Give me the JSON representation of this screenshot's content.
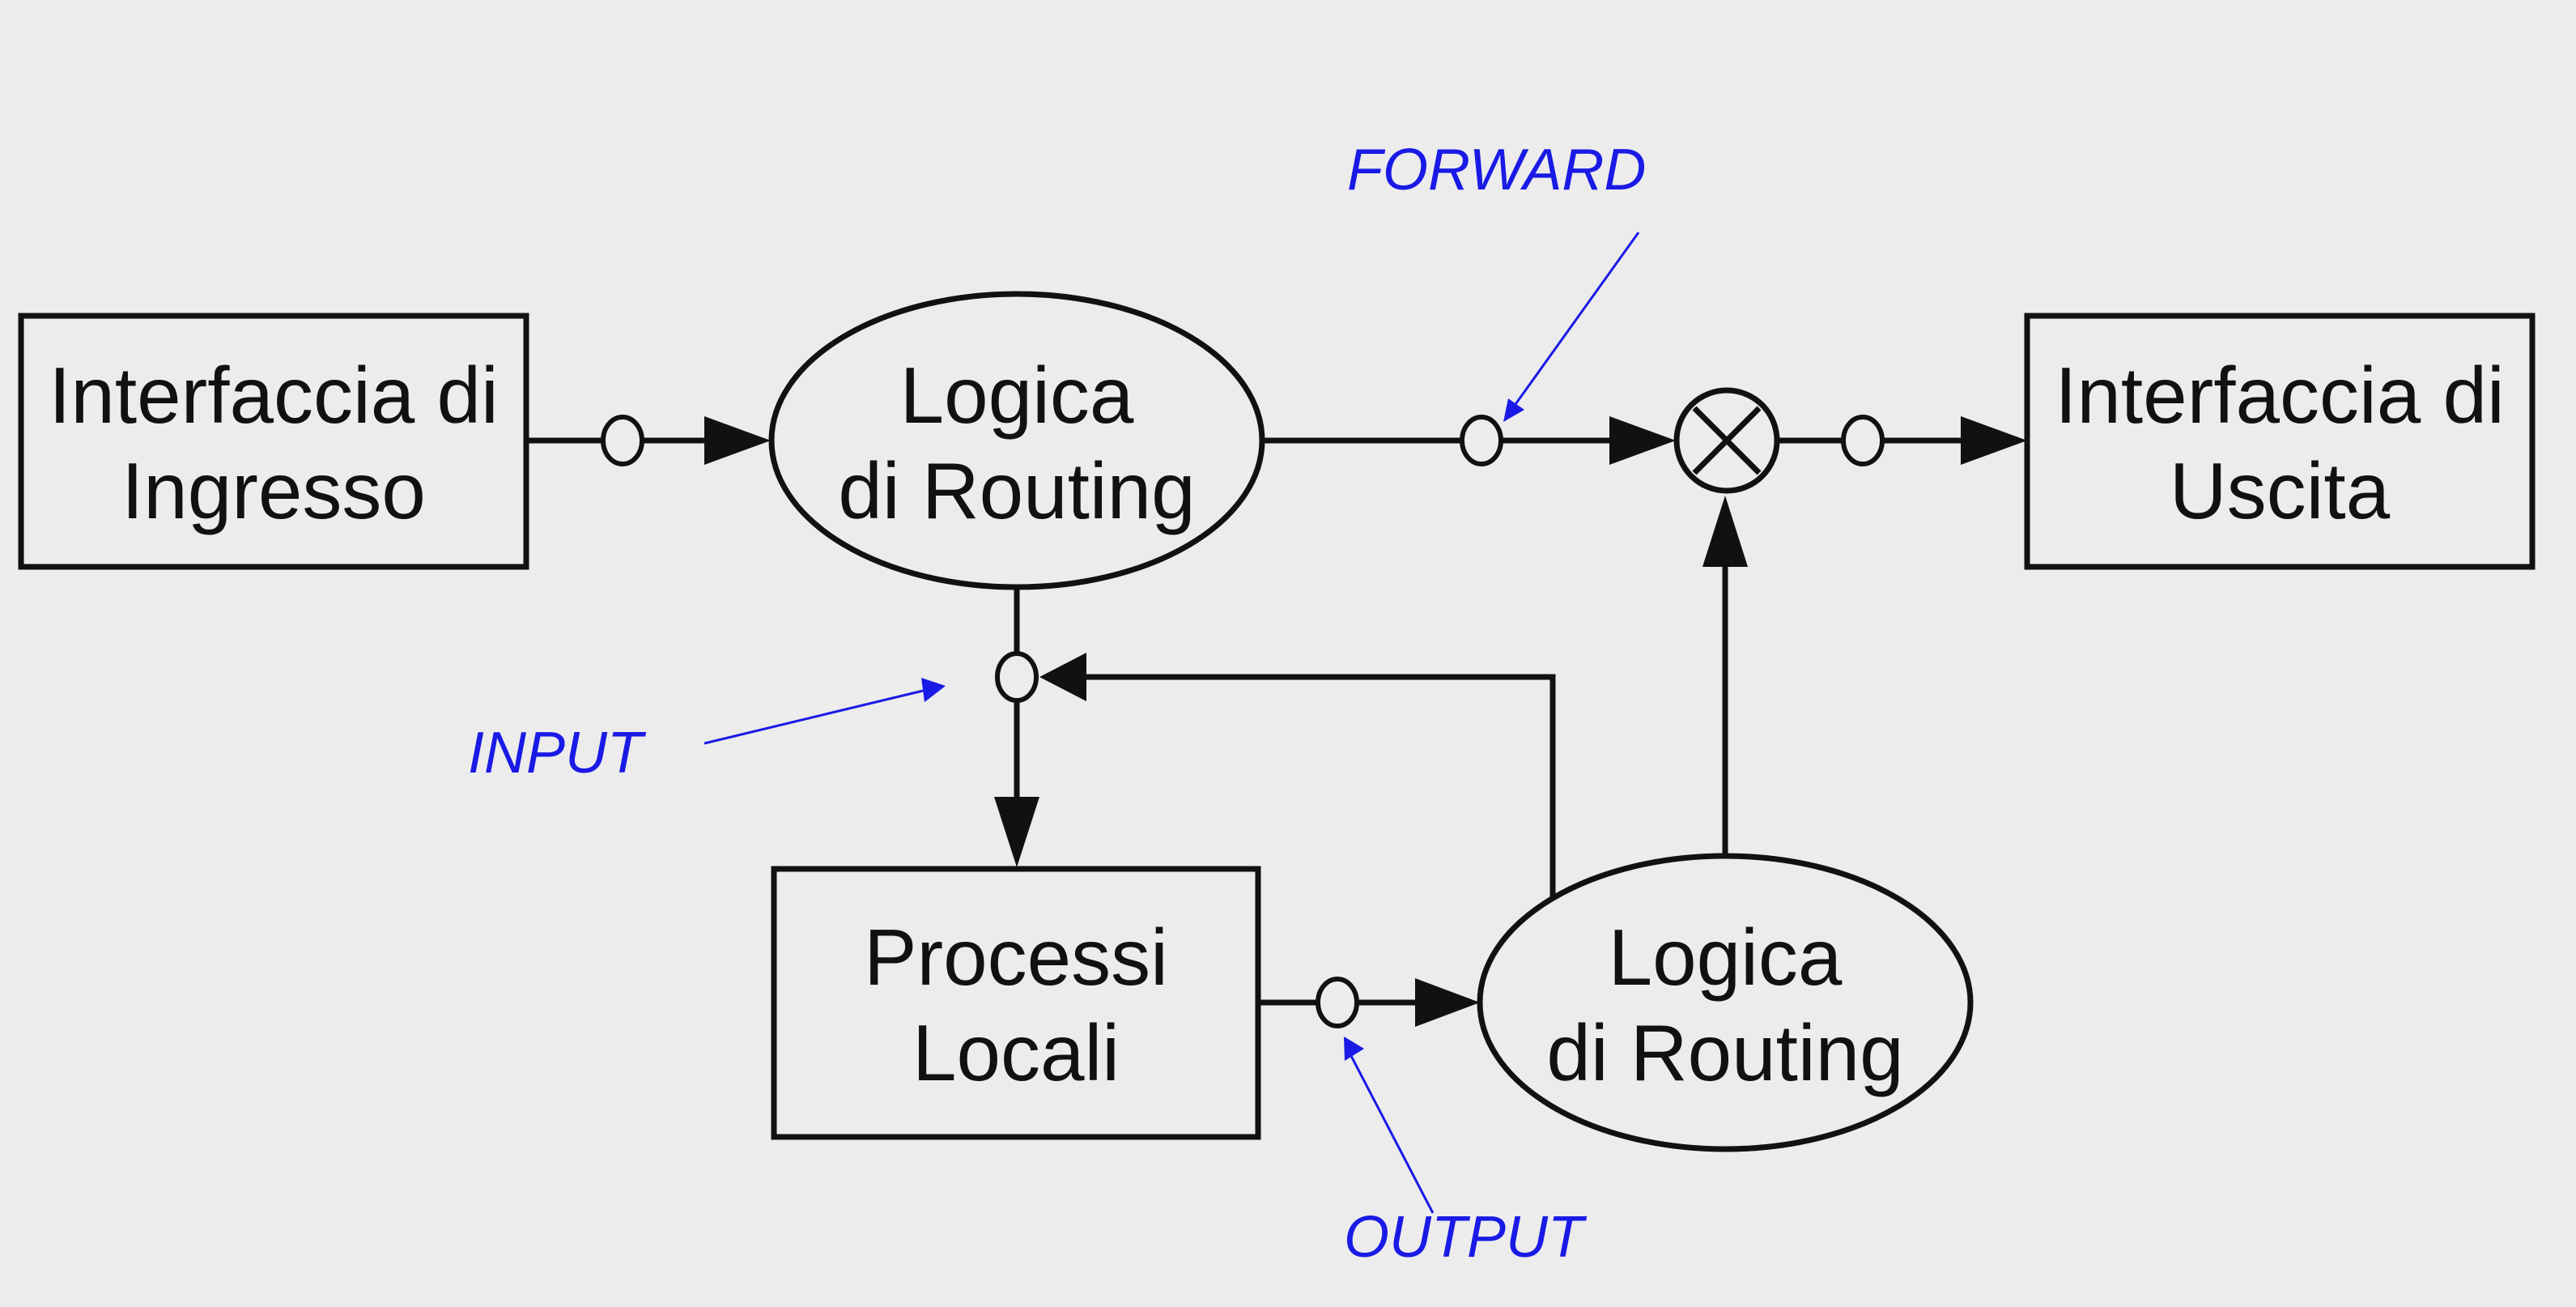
{
  "diagram": {
    "nodes": {
      "input_interface": {
        "line1": "Interfaccia di",
        "line2": "Ingresso",
        "shape": "rectangle"
      },
      "routing_logic_top": {
        "line1": "Logica",
        "line2": "di Routing",
        "shape": "ellipse"
      },
      "output_interface": {
        "line1": "Interfaccia di",
        "line2": "Uscita",
        "shape": "rectangle"
      },
      "local_processes": {
        "line1": "Processi",
        "line2": "Locali",
        "shape": "rectangle"
      },
      "routing_logic_bottom": {
        "line1": "Logica",
        "line2": "di Routing",
        "shape": "ellipse"
      },
      "merge": {
        "symbol": "circle-x",
        "shape": "circle"
      }
    },
    "edges": [
      {
        "from": "Interfaccia di Ingresso",
        "to": "Logica di Routing (top)"
      },
      {
        "from": "Logica di Routing (top)",
        "to": "merge",
        "hook": "FORWARD"
      },
      {
        "from": "merge",
        "to": "Interfaccia di Uscita"
      },
      {
        "from": "Logica di Routing (top)",
        "to": "Processi Locali",
        "hook": "INPUT"
      },
      {
        "from": "Logica di Routing (bottom)",
        "to": "INPUT junction"
      },
      {
        "from": "Processi Locali",
        "to": "Logica di Routing (bottom)",
        "hook": "OUTPUT"
      },
      {
        "from": "Logica di Routing (bottom)",
        "to": "merge"
      }
    ],
    "annotations": {
      "forward": "FORWARD",
      "input": "INPUT",
      "output": "OUTPUT"
    },
    "colors": {
      "background": "#ececec",
      "line": "#111111",
      "annotation": "#1a1ae6"
    }
  }
}
